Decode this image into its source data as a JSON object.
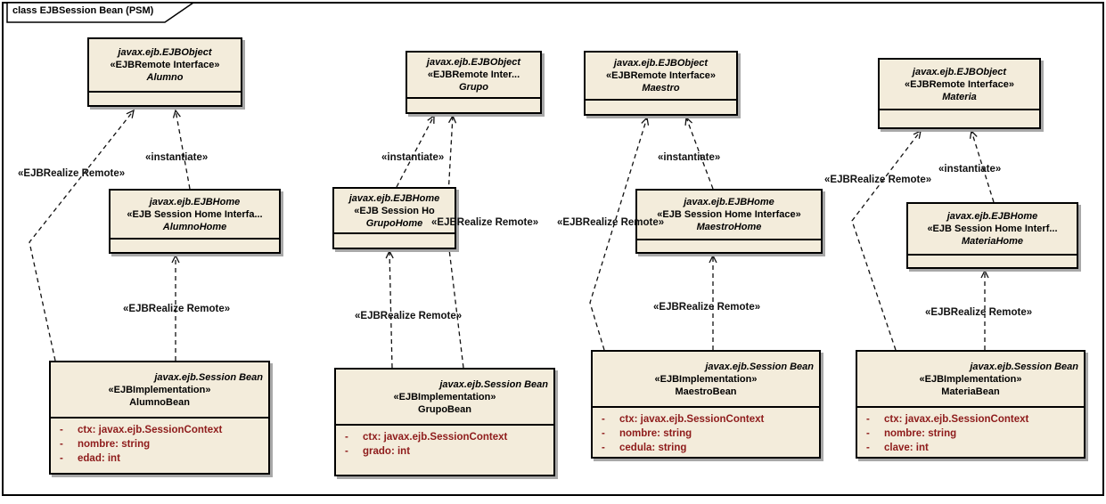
{
  "frame": {
    "title": "class EJBSession Bean (PSM)"
  },
  "colors": {
    "background": "#FFFFFF",
    "box_fill": "#F3ECDB",
    "box_border": "#000000",
    "box_shadow": "#A8A8A8",
    "attribute_text": "#8E1B1B",
    "edge_label_text": "#111111"
  },
  "classes": [
    {
      "package_type": "javax.ejb.EJBObject",
      "stereotype": "«EJBRemote Interface»",
      "name": "Alumno",
      "attributes": []
    },
    {
      "package_type": "javax.ejb.EJBHome",
      "stereotype": "«EJB Session Home Interfa...",
      "name": "AlumnoHome",
      "attributes": []
    },
    {
      "package_type": "javax.ejb.Session Bean",
      "stereotype": "«EJBImplementation»",
      "name": "AlumnoBean",
      "attributes": [
        {
          "vis": "-",
          "text": "ctx: javax.ejb.SessionContext"
        },
        {
          "vis": "-",
          "text": "nombre: string"
        },
        {
          "vis": "-",
          "text": "edad: int"
        }
      ]
    },
    {
      "package_type": "javax.ejb.EJBObject",
      "stereotype": "«EJBRemote Inter...",
      "name": "Grupo",
      "attributes": []
    },
    {
      "package_type": "javax.ejb.EJBHome",
      "stereotype": "«EJB Session Ho",
      "name": "GrupoHome",
      "attributes": []
    },
    {
      "package_type": "javax.ejb.Session Bean",
      "stereotype": "«EJBImplementation»",
      "name": "GrupoBean",
      "attributes": [
        {
          "vis": "-",
          "text": "ctx: javax.ejb.SessionContext"
        },
        {
          "vis": "-",
          "text": "grado: int"
        }
      ]
    },
    {
      "package_type": "javax.ejb.EJBObject",
      "stereotype": "«EJBRemote Interface»",
      "name": "Maestro",
      "attributes": []
    },
    {
      "package_type": "javax.ejb.EJBHome",
      "stereotype": "«EJB Session Home Interface»",
      "name": "MaestroHome",
      "attributes": []
    },
    {
      "package_type": "javax.ejb.Session Bean",
      "stereotype": "«EJBImplementation»",
      "name": "MaestroBean",
      "attributes": [
        {
          "vis": "-",
          "text": "ctx: javax.ejb.SessionContext"
        },
        {
          "vis": "-",
          "text": "nombre: string"
        },
        {
          "vis": "-",
          "text": "cedula: string"
        }
      ]
    },
    {
      "package_type": "javax.ejb.EJBObject",
      "stereotype": "«EJBRemote Interface»",
      "name": "Materia",
      "attributes": []
    },
    {
      "package_type": "javax.ejb.EJBHome",
      "stereotype": "«EJB Session Home Interf...",
      "name": "MateriaHome",
      "attributes": []
    },
    {
      "package_type": "javax.ejb.Session Bean",
      "stereotype": "«EJBImplementation»",
      "name": "MateriaBean",
      "attributes": [
        {
          "vis": "-",
          "text": "ctx: javax.ejb.SessionContext"
        },
        {
          "vis": "-",
          "text": "nombre: string"
        },
        {
          "vis": "-",
          "text": "clave: int"
        }
      ]
    }
  ],
  "edges": [
    {
      "source": "AlumnoBean",
      "target": "Alumno",
      "label": "«EJBRealize Remote»"
    },
    {
      "source": "AlumnoHome",
      "target": "Alumno",
      "label": "«instantiate»"
    },
    {
      "source": "AlumnoBean",
      "target": "AlumnoHome",
      "label": "«EJBRealize Remote»"
    },
    {
      "source": "GrupoHome",
      "target": "Grupo",
      "label": "«instantiate»"
    },
    {
      "source": "GrupoBean",
      "target": "Grupo",
      "label": "«EJBRealize Remote»"
    },
    {
      "source": "GrupoBean",
      "target": "GrupoHome",
      "label": "«EJBRealize Remote»"
    },
    {
      "source": "MaestroHome",
      "target": "Maestro",
      "label": "«instantiate»"
    },
    {
      "source": "MaestroBean",
      "target": "Maestro",
      "label": "«EJBRealize Remote»"
    },
    {
      "source": "MaestroBean",
      "target": "MaestroHome",
      "label": "«EJBRealize Remote»"
    },
    {
      "source": "MateriaHome",
      "target": "Materia",
      "label": "«instantiate»"
    },
    {
      "source": "MateriaBean",
      "target": "Materia",
      "label": "«EJBRealize Remote»"
    },
    {
      "source": "MateriaBean",
      "target": "MateriaHome",
      "label": "«EJBRealize Remote»"
    }
  ]
}
